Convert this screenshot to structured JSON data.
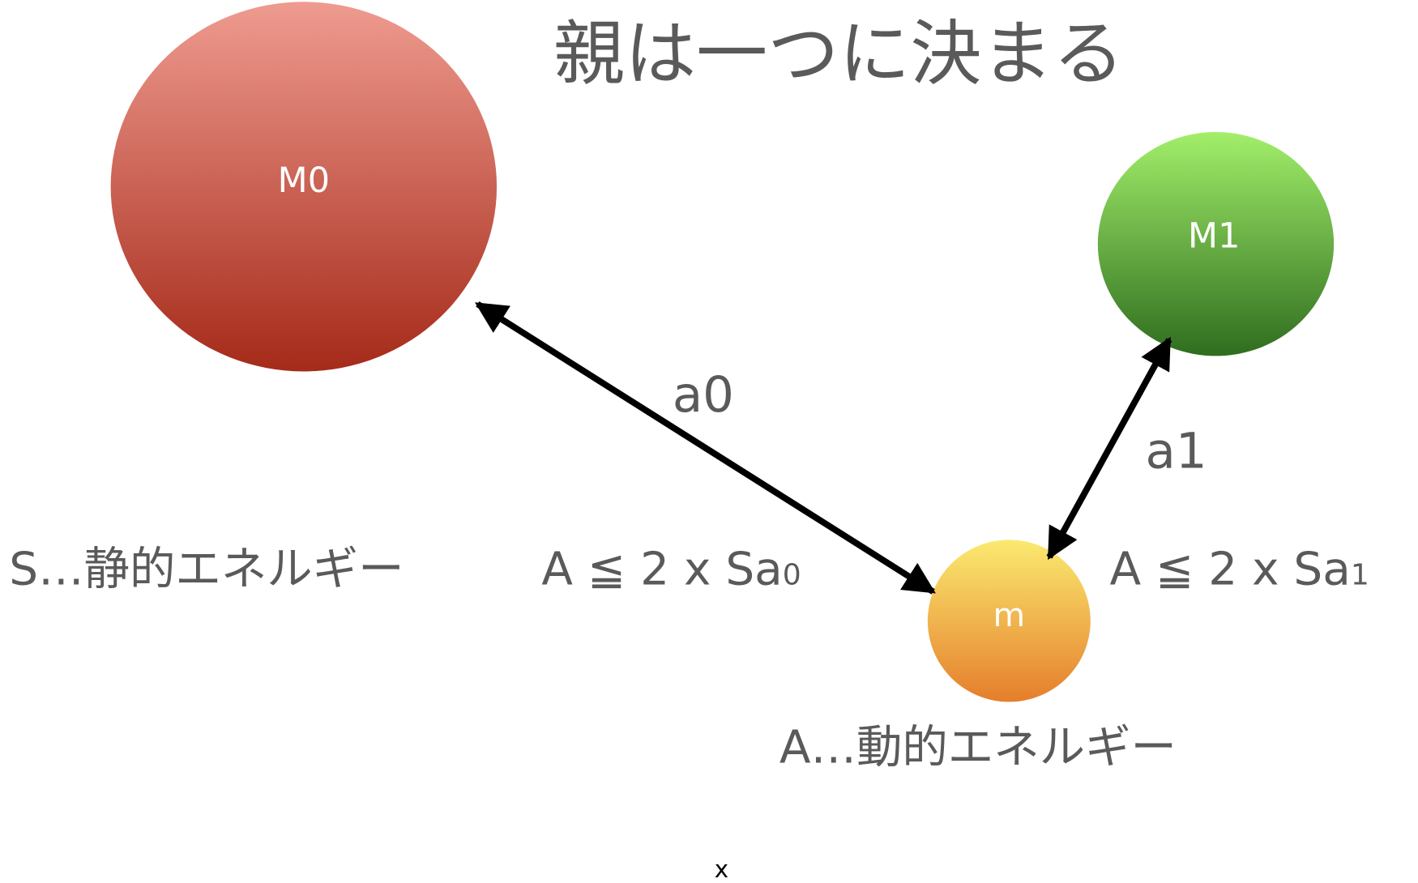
{
  "title": "親は一つに決まる",
  "nodes": {
    "m0": {
      "label": "M0",
      "colors": [
        "#ef9b90",
        "#a52a19"
      ]
    },
    "m1": {
      "label": "M1",
      "colors": [
        "#a2ef6a",
        "#2f6d1f"
      ]
    },
    "m": {
      "label": "m",
      "colors": [
        "#fbea70",
        "#e57e2c"
      ]
    }
  },
  "edges": {
    "a0": {
      "label": "a0"
    },
    "a1": {
      "label": "a1"
    }
  },
  "legend": {
    "static_energy": "S…静的エネルギー",
    "dynamic_energy": "A…動的エネルギー"
  },
  "conditions": {
    "c0": {
      "main": "A ≦ 2 x Sa",
      "sub": "0"
    },
    "c1": {
      "main": "A ≦ 2 x Sa",
      "sub": "1"
    }
  },
  "footer_mark": "x"
}
